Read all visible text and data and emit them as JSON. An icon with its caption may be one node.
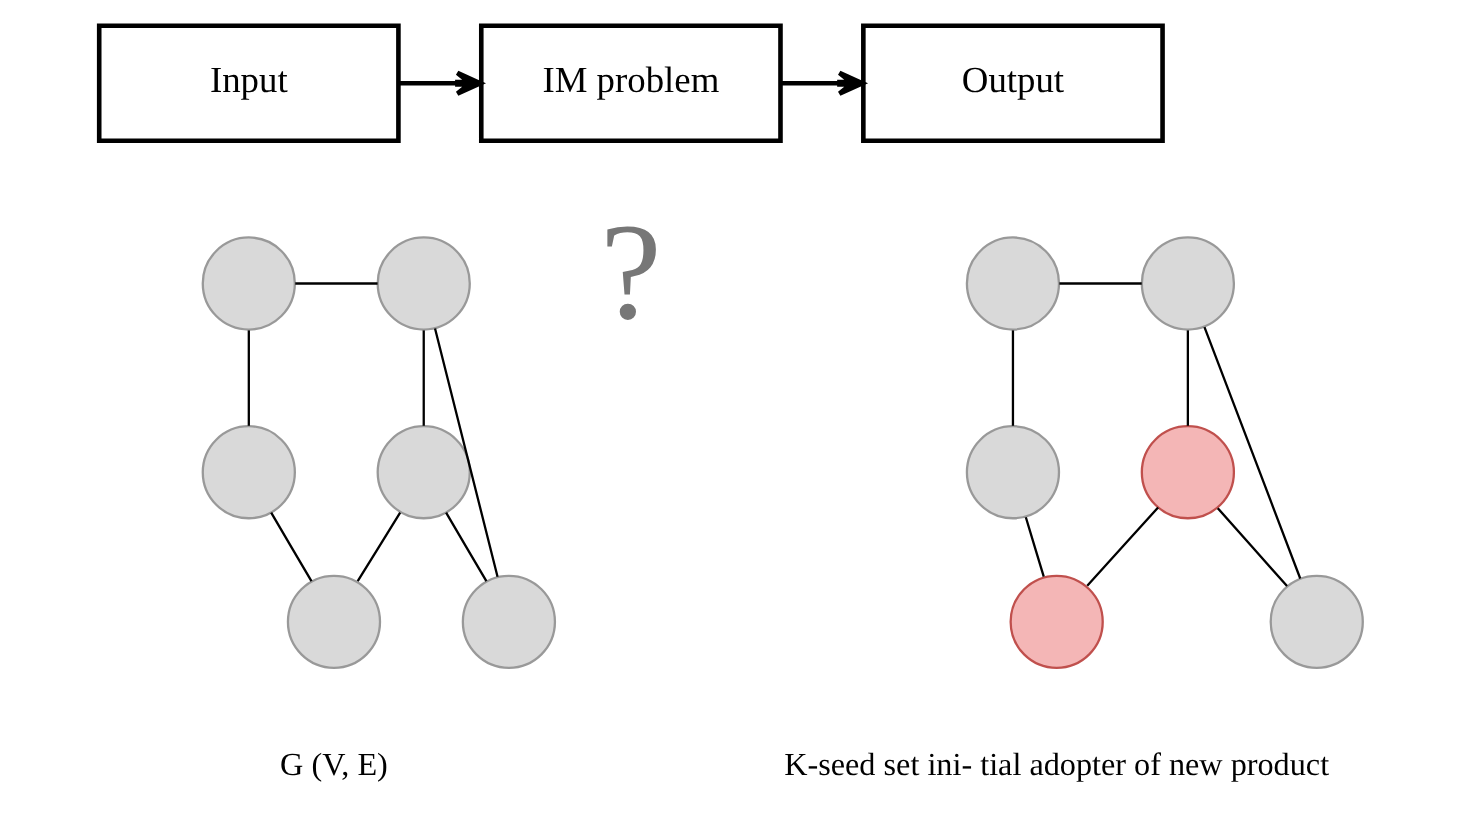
{
  "diagram": {
    "nodes": [
      {
        "text": [
          "Input"
        ]
      },
      {
        "text": [
          "IM problem"
        ]
      },
      {
        "text": [
          "Output"
        ]
      },
      {
        "text": [],
        "shape": "circle"
      },
      {
        "text": [],
        "shape": "circle"
      },
      {
        "text": [],
        "shape": "circle"
      },
      {
        "text": [],
        "shape": "circle"
      },
      {
        "text": [],
        "shape": "circle"
      },
      {
        "text": [],
        "shape": "circle"
      },
      {
        "text": [],
        "shape": "circle"
      },
      {
        "text": [],
        "shape": "circle"
      },
      {
        "text": [],
        "shape": "circle"
      },
      {
        "text": [],
        "shape": "circle"
      },
      {
        "text": [],
        "shape": "circle"
      },
      {
        "text": [],
        "shape": "circle"
      }
    ],
    "edges": [
      {
        "from": 0,
        "to": 1,
        "arrow": "to"
      },
      {
        "from": 1,
        "to": 2,
        "arrow": "to"
      },
      {
        "from": 3,
        "to": 4,
        "arrow": "none"
      },
      {
        "from": 3,
        "to": 5,
        "arrow": "none"
      },
      {
        "from": 4,
        "to": 6,
        "arrow": "none"
      },
      {
        "from": 4,
        "to": 8,
        "arrow": "none"
      },
      {
        "from": 5,
        "to": 7,
        "arrow": "none"
      },
      {
        "from": 6,
        "to": 7,
        "arrow": "none"
      },
      {
        "from": 6,
        "to": 8,
        "arrow": "none"
      },
      {
        "from": 9,
        "to": 10,
        "arrow": "none"
      },
      {
        "from": 9,
        "to": 11,
        "arrow": "none"
      },
      {
        "from": 10,
        "to": 12,
        "arrow": "none"
      },
      {
        "from": 10,
        "to": 14,
        "arrow": "none"
      },
      {
        "from": 11,
        "to": 13,
        "arrow": "none"
      },
      {
        "from": 12,
        "to": 13,
        "arrow": "none"
      },
      {
        "from": 12,
        "to": 14,
        "arrow": "none"
      }
    ],
    "labels": [
      "?",
      "G (V, E)",
      "K-seed set ini- tial adopter of new product"
    ]
  }
}
